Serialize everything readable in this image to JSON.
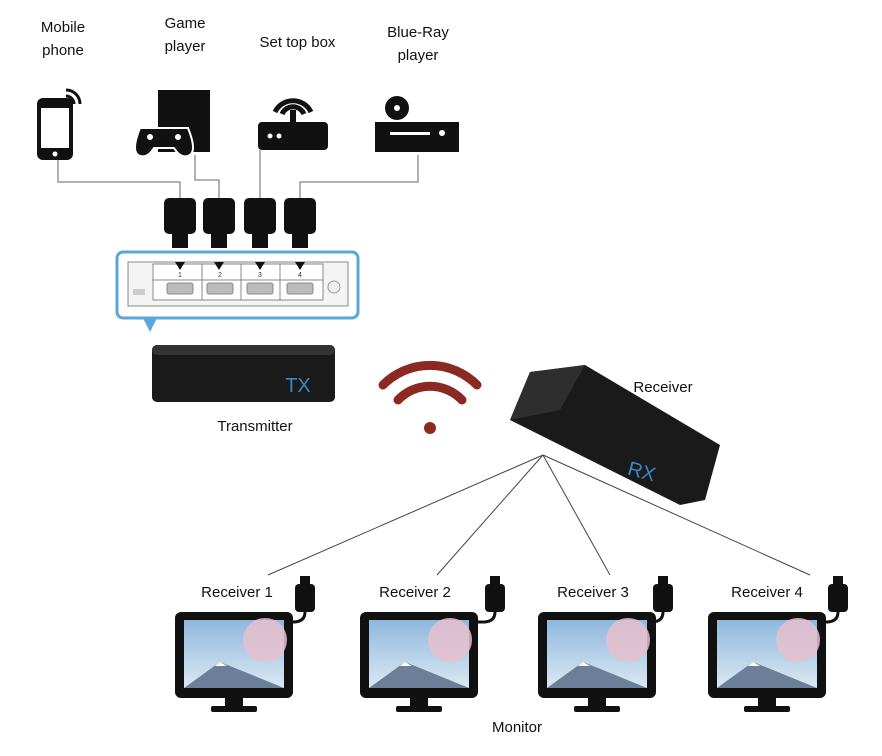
{
  "sources": [
    {
      "label": "Mobile\nphone",
      "icon": "mobile-phone-icon"
    },
    {
      "label": "Game\nplayer",
      "icon": "game-console-icon"
    },
    {
      "label": "Set top box",
      "icon": "set-top-box-icon"
    },
    {
      "label": "Blue-Ray\nplayer",
      "icon": "bluray-player-icon"
    }
  ],
  "transmitter": {
    "label": "Transmitter",
    "badge": "TX",
    "ports": [
      "1",
      "2",
      "3",
      "4"
    ]
  },
  "receiver": {
    "label": "Receiver",
    "badge": "RX"
  },
  "receivers": [
    "Receiver 1",
    "Receiver 2",
    "Receiver 3",
    "Receiver 4"
  ],
  "monitor_label": "Monitor",
  "colors": {
    "accent_blue": "#5aa7dc",
    "wifi": "#8b2a22",
    "badge": "#3a86c8",
    "device": "#111111"
  }
}
